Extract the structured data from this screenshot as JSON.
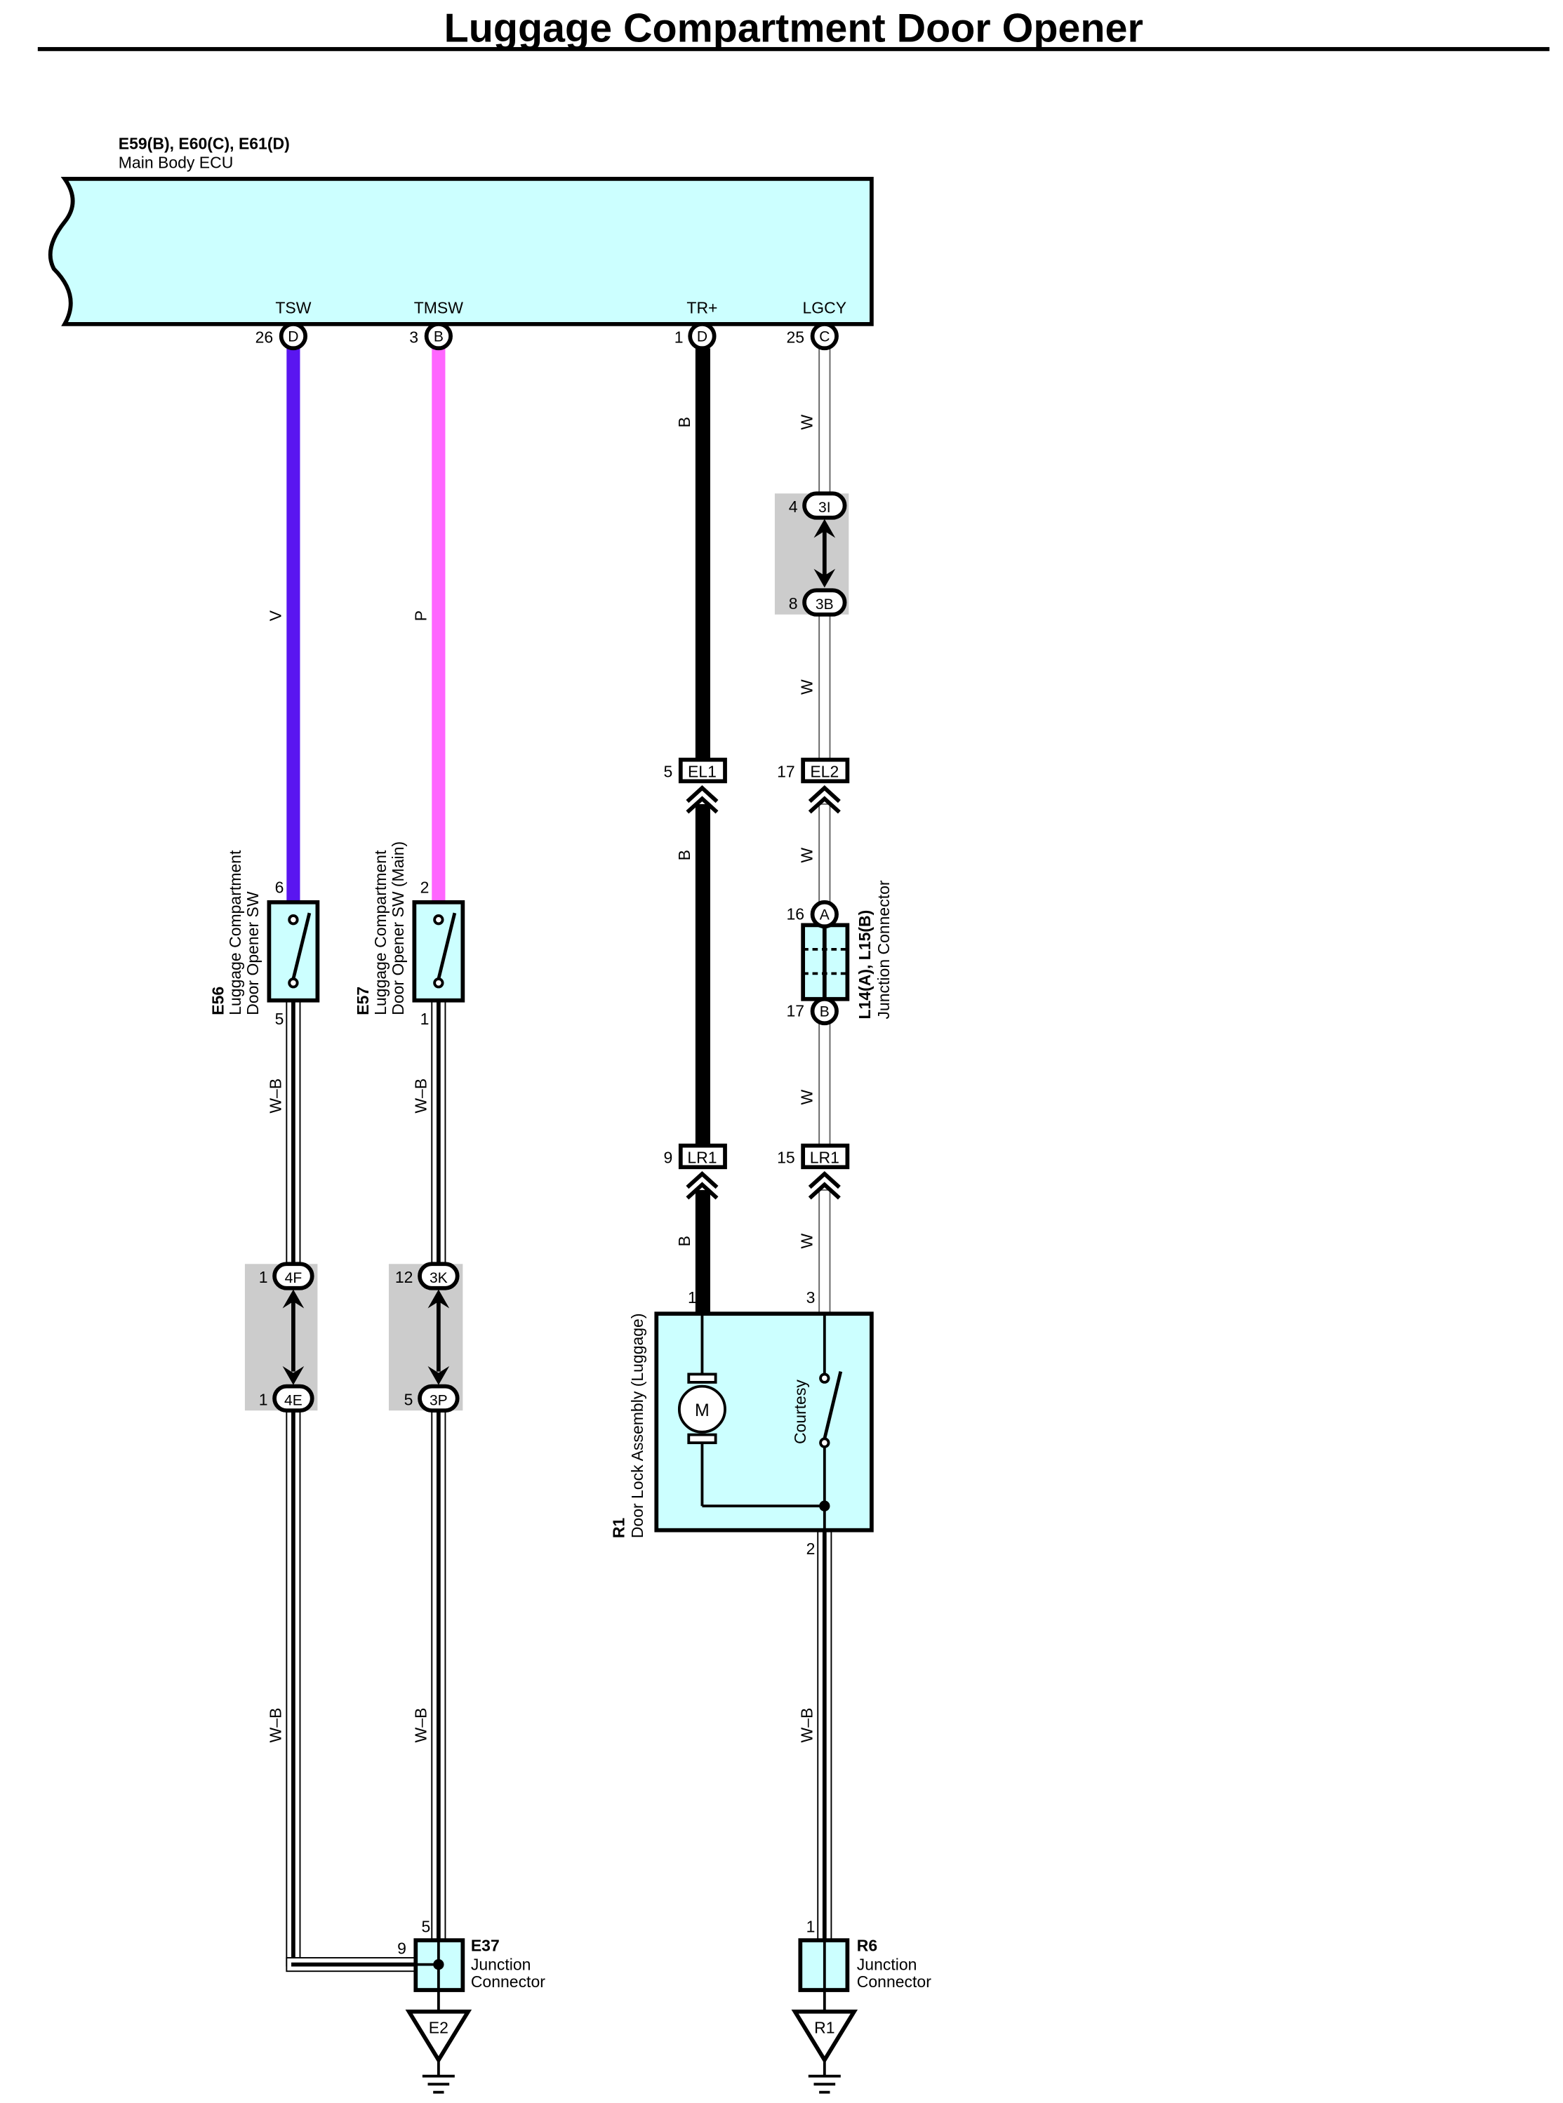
{
  "title": "Luggage Compartment Door Opener",
  "ecu": {
    "id": "E59(B), E60(C), E61(D)",
    "name": "Main Body ECU"
  },
  "ecu_terminals": [
    {
      "pin": "26",
      "conn": "D",
      "label": "TSW"
    },
    {
      "pin": "3",
      "conn": "B",
      "label": "TMSW"
    },
    {
      "pin": "1",
      "conn": "D",
      "label": "TR+"
    },
    {
      "pin": "25",
      "conn": "C",
      "label": "LGCY"
    }
  ],
  "wire_labels": {
    "v": "V",
    "p": "P",
    "b": "B",
    "w": "W",
    "wb": "W–B"
  },
  "colors": {
    "ecu_fill": "#ccffff",
    "violet": "#5a16f0",
    "pink": "#ff66ff",
    "connector_shade": "#cccccc",
    "component_fill": "#ccffff"
  },
  "e56": {
    "id": "E56",
    "name1": "Luggage Compartment",
    "name2": "Door Opener SW",
    "pin_top": "6",
    "pin_bottom": "5"
  },
  "e57": {
    "id": "E57",
    "name1": "Luggage Compartment",
    "name2": "Door Opener SW (Main)",
    "pin_top": "2",
    "pin_bottom": "1"
  },
  "jc_3i_3b": {
    "top_pin": "4",
    "top": "3I",
    "bottom_pin": "8",
    "bottom": "3B"
  },
  "jc_4f_4e": {
    "top_pin": "1",
    "top": "4F",
    "bottom_pin": "1",
    "bottom": "4E"
  },
  "jc_3k_3p": {
    "top_pin": "12",
    "top": "3K",
    "bottom_pin": "5",
    "bottom": "3P"
  },
  "el1": {
    "pin": "5",
    "name": "EL1"
  },
  "el2": {
    "pin": "17",
    "name": "EL2"
  },
  "lr1_a": {
    "pin": "9",
    "name": "LR1"
  },
  "lr1_b": {
    "pin": "15",
    "name": "LR1"
  },
  "l14": {
    "id": "L14(A), L15(B)",
    "name": "Junction Connector",
    "pin_a": "16",
    "conn_a": "A",
    "pin_b": "17",
    "conn_b": "B"
  },
  "r1": {
    "id": "R1",
    "name": "Door Lock Assembly (Luggage)",
    "motor": "M",
    "switch": "Courtesy",
    "pin1": "1",
    "pin3": "3",
    "pin2": "2"
  },
  "e37": {
    "id": "E37",
    "name1": "Junction",
    "name2": "Connector",
    "pin_top": "5",
    "pin_left": "9"
  },
  "r6": {
    "id": "R6",
    "name1": "Junction",
    "name2": "Connector",
    "pin_top": "1"
  },
  "grounds": {
    "e2": "E2",
    "r1": "R1"
  }
}
